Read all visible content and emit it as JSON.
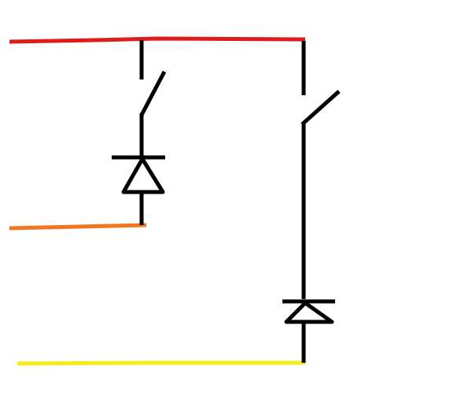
{
  "diagram": {
    "type": "circuit-schematic",
    "elements": {
      "top_rail": {
        "kind": "wire",
        "color": "#dd1c1c"
      },
      "middle_rail": {
        "kind": "wire",
        "color": "#f0771f"
      },
      "bottom_rail": {
        "kind": "wire",
        "color": "#f5ec1a"
      },
      "branch_left": {
        "components": [
          "switch",
          "diode"
        ],
        "diode_orientation": "pointing-up",
        "ink_color": "#000000"
      },
      "branch_right": {
        "components": [
          "switch",
          "diode"
        ],
        "diode_orientation": "pointing-up",
        "ink_color": "#000000"
      }
    }
  }
}
